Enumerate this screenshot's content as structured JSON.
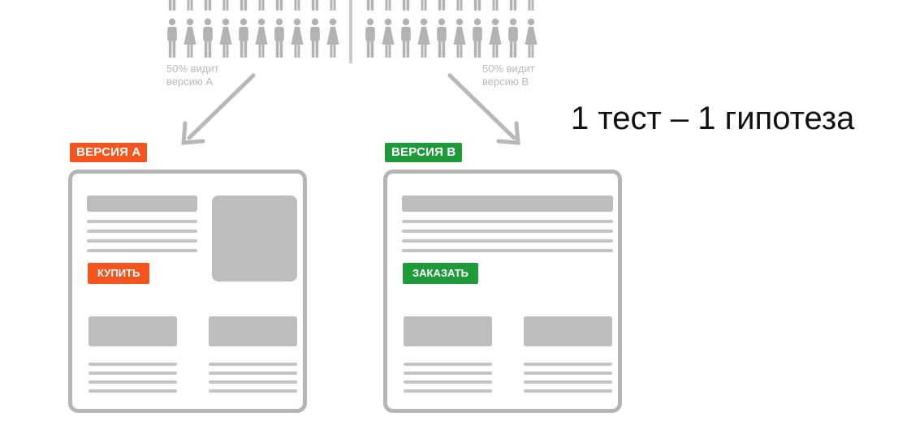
{
  "top": {
    "left_caption": "50% видит\nверсию А",
    "right_caption": "50% видит\nверсию В"
  },
  "headline": "1 тест – 1 гипотеза",
  "version_a": {
    "badge": "ВЕРСИЯ А",
    "button": "КУПИТЬ",
    "accent": "#f4551e"
  },
  "version_b": {
    "badge": "ВЕРСИЯ В",
    "button": "ЗАКАЗАТЬ",
    "accent": "#1f9a3a"
  },
  "icons": {
    "person": "person-icon"
  }
}
